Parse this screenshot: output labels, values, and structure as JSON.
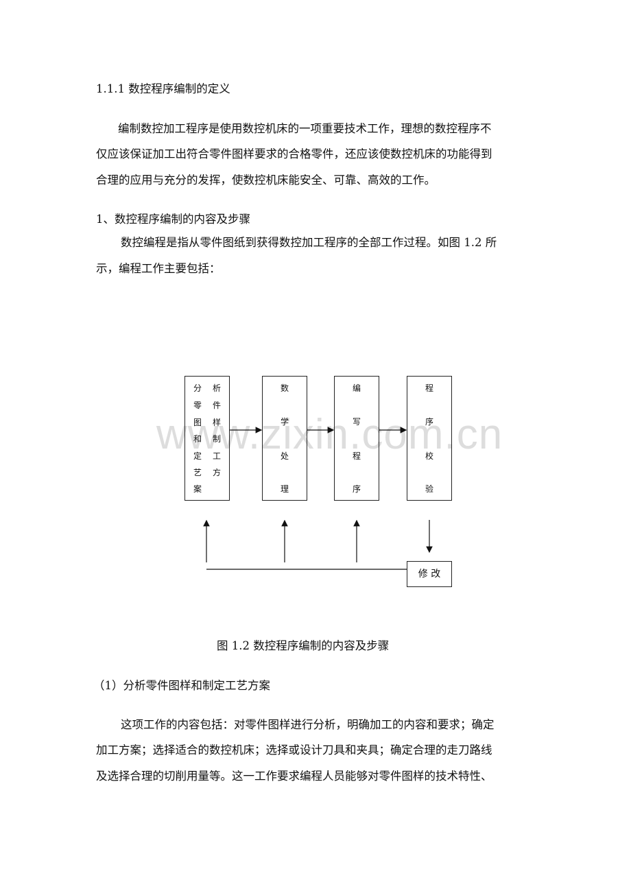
{
  "heading": "1.1.1 数控程序编制的定义",
  "para1": [
    "编制数控加工程序是使用数控机床的一项重要技术工作，理想的数控程序不",
    "仅应该保证加工出符合零件图样要求的合格零件，还应该使数控机床的功能得到",
    "合理的应用与充分的发挥，使数控机床能安全、可靠、高效的工作。"
  ],
  "section1": "1、数控程序编制的内容及步骤",
  "para2": [
    "数控编程是指从零件图纸到获得数控加工程序的全部工作过程。如图 1.2 所",
    "示，编程工作主要包括："
  ],
  "diagram": {
    "box1_left": [
      "分",
      "零",
      "图",
      "和",
      "定",
      "艺",
      "案"
    ],
    "box1_right": [
      "析",
      "件",
      "样",
      "制",
      "工",
      "方"
    ],
    "box2": [
      "数",
      "学",
      "处",
      "理"
    ],
    "box3": [
      "编",
      "写",
      "程",
      "序"
    ],
    "box4": [
      "程",
      "序",
      "校",
      "验"
    ],
    "revise": "修 改"
  },
  "watermark": "www.zixin.com.cn",
  "caption": "图 1.2   数控程序编制的内容及步骤",
  "item1": "（1）分析零件图样和制定工艺方案",
  "para3": [
    "这项工作的内容包括：对零件图样进行分析，明确加工的内容和要求；确定",
    "加工方案；选择适合的数控机床；选择或设计刀具和夹具；确定合理的走刀路线",
    "及选择合理的切削用量等。这一工作要求编程人员能够对零件图样的技术特性、"
  ]
}
